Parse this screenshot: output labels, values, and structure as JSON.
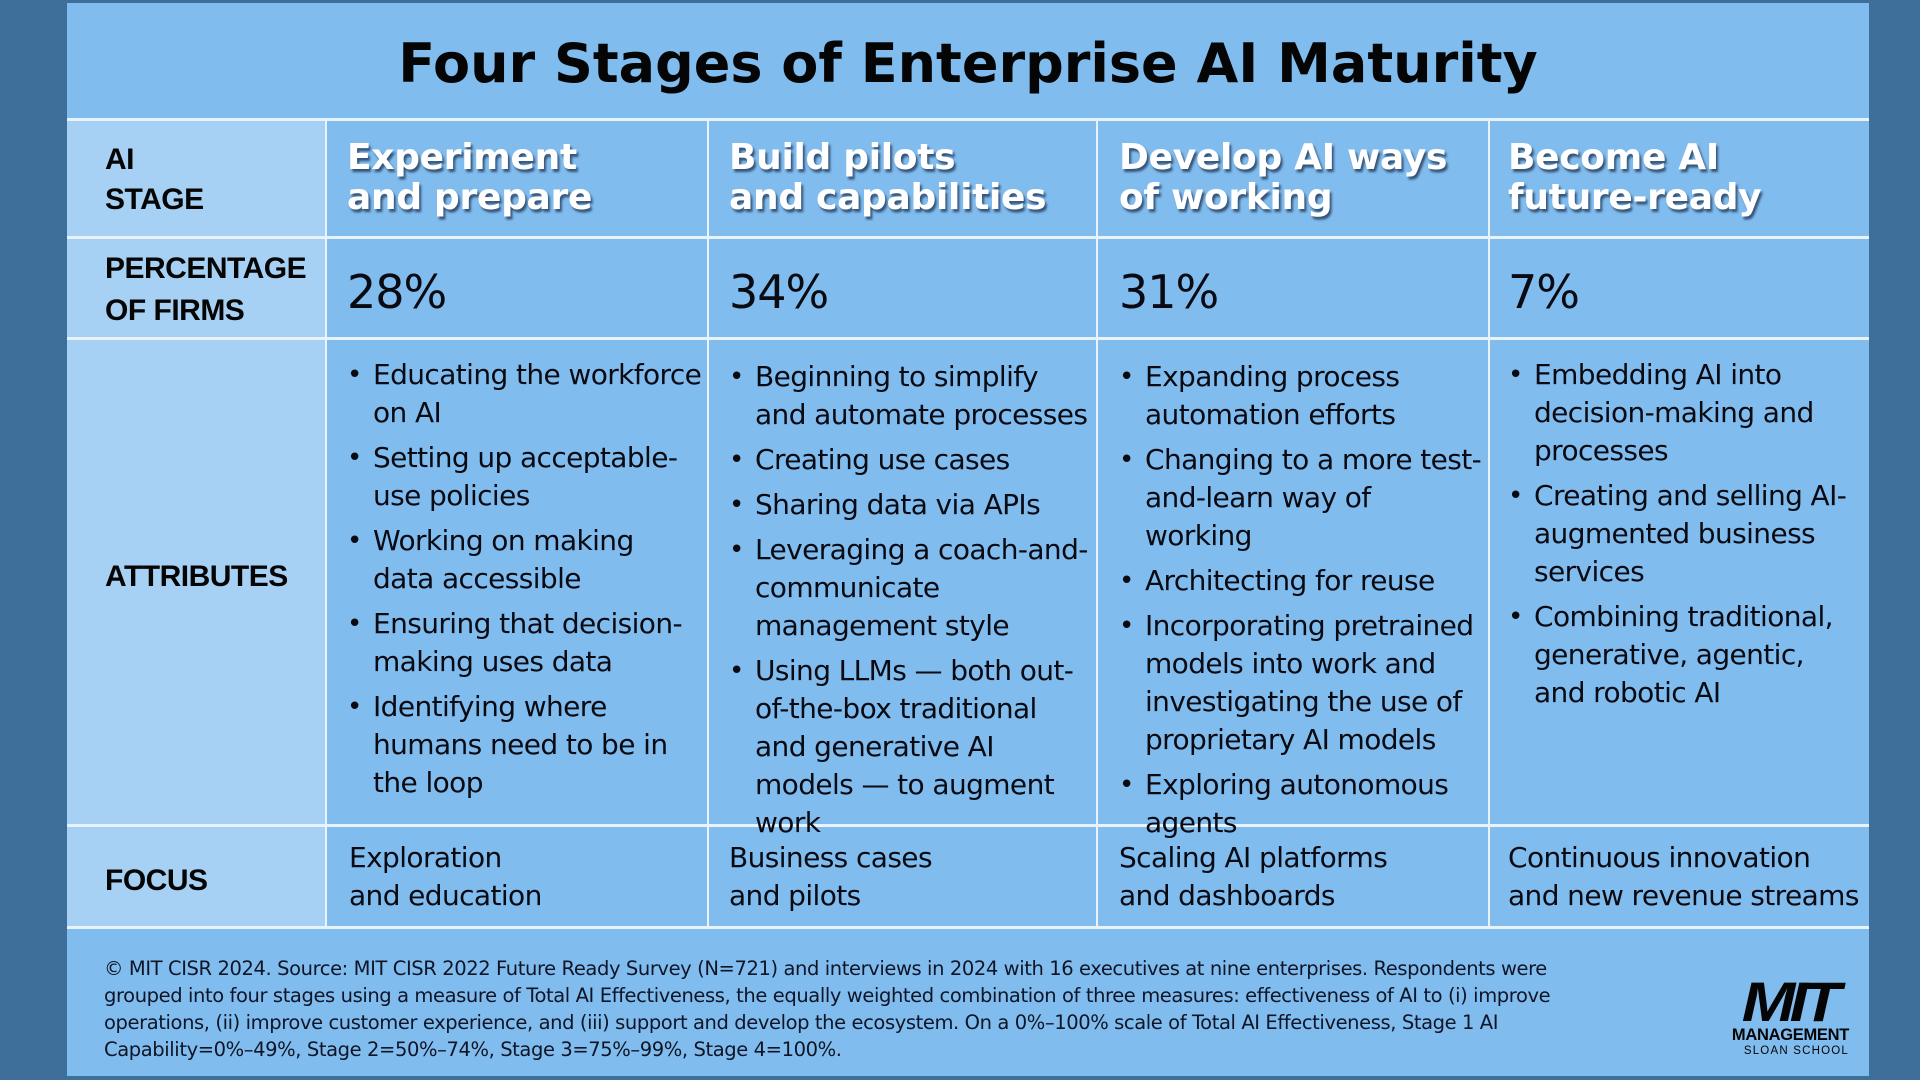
{
  "title": "Four Stages of Enterprise AI Maturity",
  "colors": {
    "background": "#3e6f9b",
    "panel": "#80bcee",
    "label_column": "#a7d1f4",
    "divider": "#e8f3fd",
    "stage_heading_text": "#ffffff"
  },
  "row_labels": {
    "stage": "AI\nSTAGE",
    "percentage": "PERCENTAGE\nOF FIRMS",
    "attributes": "ATTRIBUTES",
    "focus": "FOCUS"
  },
  "stages": [
    {
      "name": "Experiment\nand prepare",
      "percentage": "28%",
      "attributes": [
        "Educating the workforce on AI",
        "Setting up acceptable-use policies",
        "Working on making data accessible",
        "Ensuring that decision-making uses data",
        "Identifying where humans need to be in the loop"
      ],
      "focus": "Exploration\nand education"
    },
    {
      "name": "Build pilots\nand capabilities",
      "percentage": "34%",
      "attributes": [
        "Beginning to simplify and automate processes",
        "Creating use cases",
        "Sharing data via APIs",
        "Leveraging a coach-and-communicate management style",
        "Using LLMs — both out-of-the-box traditional and generative AI models — to augment work"
      ],
      "focus": "Business cases\nand pilots"
    },
    {
      "name": "Develop AI ways\nof working",
      "percentage": "31%",
      "attributes": [
        "Expanding process automation efforts",
        "Changing to a more test-and-learn way of working",
        "Architecting for reuse",
        "Incorporating pretrained models into work and investigating the use of proprietary AI models",
        "Exploring autonomous agents"
      ],
      "focus": "Scaling AI platforms\nand dashboards"
    },
    {
      "name": "Become AI\nfuture-ready",
      "percentage": "7%",
      "attributes": [
        "Embedding AI into decision-making and processes",
        "Creating and selling AI-augmented business services",
        "Combining traditional, generative, agentic, and robotic AI"
      ],
      "focus": "Continuous innovation\nand new revenue streams"
    }
  ],
  "footer": {
    "note": "© MIT CISR 2024. Source: MIT CISR 2022 Future Ready Survey (N=721) and interviews in 2024 with 16 executives at nine enterprises. Respondents were grouped into four stages using a measure of Total AI Effectiveness, the equally weighted combination of three measures: effectiveness of AI to (i) improve operations, (ii) improve customer experience, and (iii) support and develop the ecosystem. On a 0%–100% scale of Total AI Effectiveness, Stage 1 AI Capability=0%–49%, Stage 2=50%–74%, Stage 3=75%–99%, Stage 4=100%.",
    "logo": {
      "mit": "MIT",
      "management": "MANAGEMENT",
      "school": "SLOAN SCHOOL"
    }
  },
  "chart_data": {
    "type": "table",
    "title": "Four Stages of Enterprise AI Maturity",
    "columns": [
      "AI STAGE",
      "Experiment and prepare",
      "Build pilots and capabilities",
      "Develop AI ways of working",
      "Become AI future-ready"
    ],
    "rows": [
      [
        "PERCENTAGE OF FIRMS",
        "28%",
        "34%",
        "31%",
        "7%"
      ],
      [
        "FOCUS",
        "Exploration and education",
        "Business cases and pilots",
        "Scaling AI platforms and dashboards",
        "Continuous innovation and new revenue streams"
      ]
    ],
    "categories": [
      "Stage 1",
      "Stage 2",
      "Stage 3",
      "Stage 4"
    ],
    "values": [
      28,
      34,
      31,
      7
    ]
  }
}
